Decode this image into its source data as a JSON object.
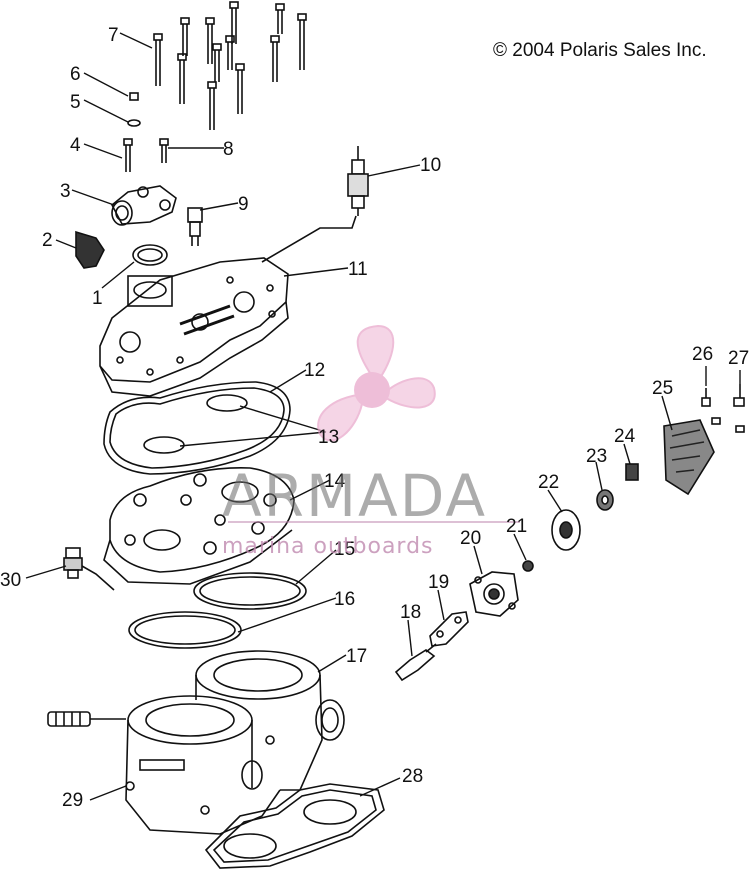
{
  "copyright": "© 2004 Polaris Sales Inc.",
  "watermark": {
    "title": "ARMADA",
    "subtitle": "marina outboards",
    "icon": "propeller-logo-icon",
    "color": "#e8a3c8"
  },
  "parts": [
    "1",
    "2",
    "3",
    "4",
    "5",
    "6",
    "7",
    "8",
    "9",
    "10",
    "11",
    "12",
    "13",
    "14",
    "15",
    "16",
    "17",
    "18",
    "19",
    "20",
    "21",
    "22",
    "23",
    "24",
    "25",
    "26",
    "27",
    "28",
    "29",
    "30"
  ],
  "colors": {
    "line": "#111111",
    "shade": "#555555",
    "bg": "#ffffff"
  }
}
